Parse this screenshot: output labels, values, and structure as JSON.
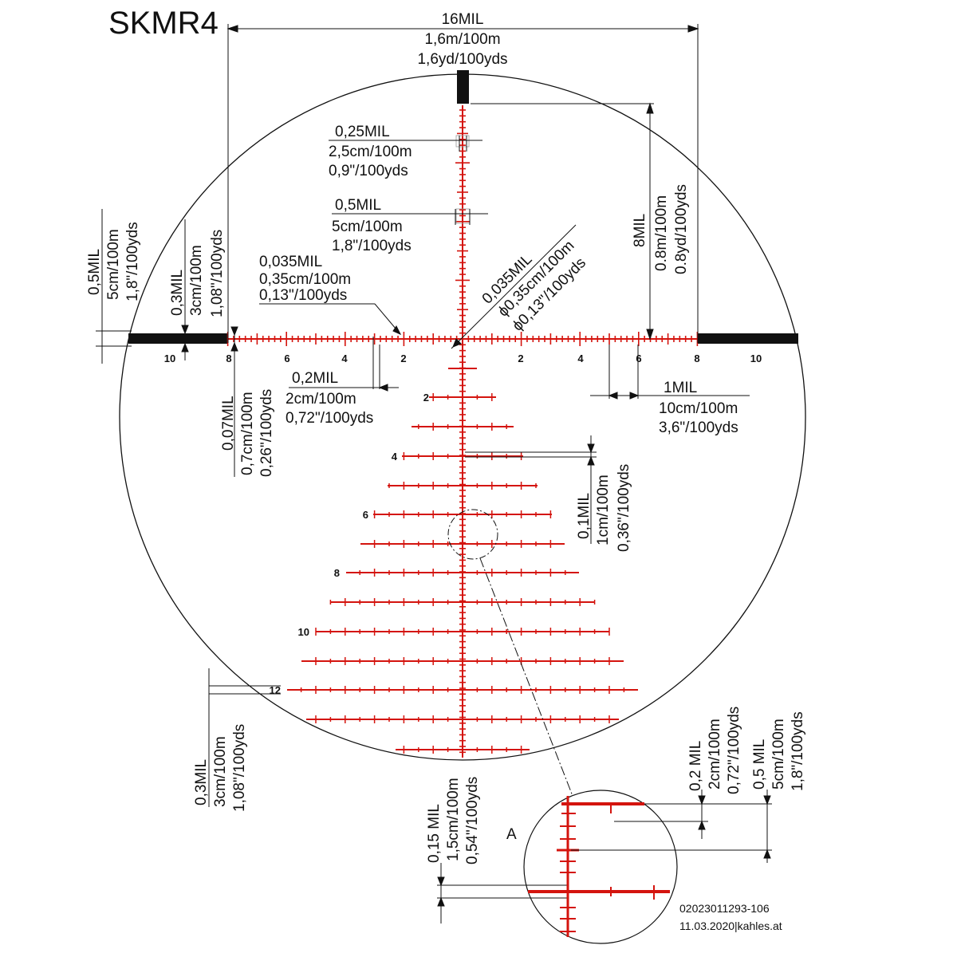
{
  "title": "SKMR4",
  "top_dim": [
    "16MIL",
    "1,6m/100m",
    "1,6yd/100yds"
  ],
  "dim_025": [
    "0,25MIL",
    "2,5cm/100m",
    "0,9\"/100yds"
  ],
  "dim_05": [
    "0,5MIL",
    "5cm/100m",
    "1,8\"/100yds"
  ],
  "dim_0035_left": [
    "0,035MIL",
    "0,35cm/100m",
    "0,13\"/100yds"
  ],
  "dim_0035_diag": [
    "0,035MIL",
    "ϕ0,35cm/100m",
    "ϕ0,13\"/100yds"
  ],
  "dim_8mil": [
    "8MIL",
    "0.8m/100m",
    "0.8yd/100yds"
  ],
  "dim_left_05": [
    "0,5MIL",
    "5cm/100m",
    "1,8\"/100yds"
  ],
  "dim_left_03": [
    "0,3MIL",
    "3cm/100m",
    "1,08\"/100yds"
  ],
  "dim_02": [
    "0,2MIL",
    "2cm/100m",
    "0,72\"/100yds"
  ],
  "dim_007": [
    "0,07MIL",
    "0,7cm/100m",
    "0,26\"/100yds"
  ],
  "dim_1mil": [
    "1MIL",
    "10cm/100m",
    "3,6\"/100yds"
  ],
  "dim_01": [
    "0,1MIL",
    "1cm/100m",
    "0,36\"/100yds"
  ],
  "dim_bottom_03": [
    "0,3MIL",
    "3cm/100m",
    "1,08\"/100yds"
  ],
  "dim_015": [
    "0,15 MIL",
    "1,5cm/100m",
    "0,54\"/100yds"
  ],
  "dim_detail_02": [
    "0,2 MIL",
    "2cm/100m",
    "0,72\"/100yds"
  ],
  "dim_detail_05": [
    "0,5 MIL",
    "5cm/100m",
    "1,8\"/100yds"
  ],
  "detail_label": "A",
  "h_numbers_left": [
    "10",
    "8",
    "6",
    "4",
    "2"
  ],
  "h_numbers_right": [
    "2",
    "4",
    "6",
    "8",
    "10"
  ],
  "v_numbers": [
    "2",
    "4",
    "6",
    "8",
    "10",
    "12"
  ],
  "footer": [
    "02023011293-106",
    "11.03.2020|kahles.at"
  ],
  "colors": {
    "reticle": "#d4140e",
    "ink": "#111111"
  }
}
